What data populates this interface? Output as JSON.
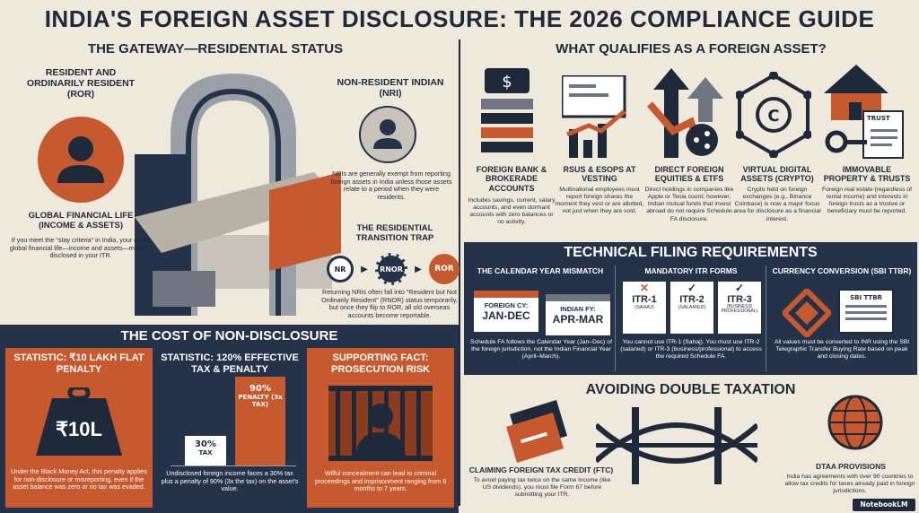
{
  "title": "INDIA'S FOREIGN ASSET DISCLOSURE: THE 2026 COMPLIANCE GUIDE",
  "residential": {
    "title": "THE GATEWAY—RESIDENTIAL STATUS",
    "ror_title": "RESIDENT AND ORDINARILY RESIDENT (ROR)",
    "ror_sub": "GLOBAL FINANCIAL LIFE (INCOME & ASSETS)",
    "ror_text": "If you meet the \"stay criteria\" in India, your entire global financial life—income and assets—must be disclosed in your ITR.",
    "nri_title": "NON-RESIDENT INDIAN (NRI)",
    "nri_text": "NRIs are generally exempt from reporting foreign assets in India unless those assets relate to a period when they were residents.",
    "trap_title": "THE RESIDENTIAL TRANSITION TRAP",
    "trap_nodes": [
      "NR",
      "RNOR",
      "ROR"
    ],
    "trap_text": "Returning NRIs often fall into \"Resident but Not Ordinarily Resident\" (RNOR) status temporarily, but once they flip to ROR, all old overseas accounts become reportable."
  },
  "cost": {
    "title": "THE COST OF NON-DISCLOSURE",
    "panels": [
      {
        "title": "STATISTIC: ₹10 LAKH FLAT PENALTY",
        "badge": "₹10L",
        "text": "Under the Black Money Act, this penalty applies for non-disclosure or misreporting, even if the asset balance was zero or no tax was evaded."
      },
      {
        "title": "STATISTIC: 120% EFFECTIVE TAX & PENALTY",
        "bar_low_value": "30%",
        "bar_low_label": "TAX",
        "bar_high_value": "90%",
        "bar_high_label": "PENALTY (3x TAX)",
        "tax_pct": 30,
        "penalty_pct": 90,
        "text": "Undisclosed foreign income faces a 30% tax plus a penalty of 90% (3x the tax) on the asset's value."
      },
      {
        "title": "SUPPORTING FACT: PROSECUTION RISK",
        "text": "Wilful concealment can lead to criminal proceedings and imprisonment ranging from 6 months to 7 years."
      }
    ]
  },
  "assets": {
    "title": "WHAT QUALIFIES AS A FOREIGN ASSET?",
    "items": [
      {
        "icon": "bank-coins-icon",
        "title": "FOREIGN BANK & BROKERADE ACCOUNTS",
        "text": "Includes savings, current, salary accounts, and even dormant accounts with zero balances or no activity."
      },
      {
        "icon": "growth-chart-icon",
        "title": "RSUs & ESOPS AT VESTING",
        "text": "Multinational employees must report foreign shares the moment they vest or are allotted, not just when they are sold."
      },
      {
        "icon": "direct-equity-icon",
        "title": "DIRECT FOREIGN EQUITIES & ETFS",
        "text": "Direct holdings in companies like Apple or Tesla count; however, Indian mutual funds that invest abroad do not require Schedule FA disclosure."
      },
      {
        "icon": "crypto-hex-icon",
        "title": "VIRTUAL DIGITAL ASSETS (CRYPTO)",
        "text": "Crypto held on foreign exchanges (e.g., Binance Coinbase) is now a major focus area for disclosure as a financial interest."
      },
      {
        "icon": "house-trust-icon",
        "title": "IMMOVABLE PROPERTY & TRUSTS",
        "text": "Foreign real estate (regardless of rental income) and interests in foreign trusts as a trustee or beneficiary must be reported."
      }
    ],
    "trust_label": "TRUST"
  },
  "filing": {
    "title": "TECHNICAL FILING REQUIREMENTS",
    "calendar": {
      "title": "THE CALENDAR YEAR MISMATCH",
      "card1_top": "FOREIGN CY:",
      "card1_bottom": "JAN-DEC",
      "card2_top": "INDIAN FY:",
      "card2_bottom": "APR-MAR",
      "text": "Schedule FA follows the Calendar Year (Jan–Dec) of the foreign jurisdiction, not the Indian Financial Year (April–March)."
    },
    "itr": {
      "title": "MANDATORY ITR FORMS",
      "forms": [
        {
          "name": "ITR-1",
          "sub": "(SAHAJ)",
          "mark": "✕"
        },
        {
          "name": "ITR-2",
          "sub": "(SALARIED)",
          "mark": "✓"
        },
        {
          "name": "ITR-3",
          "sub": "(BUSINESS/ PROFESSIONAL)",
          "mark": "✓"
        }
      ],
      "text": "You cannot use ITR-1 (Sahaj). You must use ITR-2 (salaried) or ITR-3 (business/professional) to access the required Schedule FA."
    },
    "currency": {
      "title": "CURRENCY CONVERSION (SBI TTBR)",
      "doc_label": "SBI TTBR",
      "text": "All values must be converted to INR using the SBI Telegraphic Transfer Buying Rate based on peak and closing dates."
    }
  },
  "double_tax": {
    "title": "AVOIDING DOUBLE TAXATION",
    "ftc_title": "CLAIMING FOREIGN TAX CREDIT (FTC)",
    "ftc_text": "To avoid paying tax twice on the same income (like US dividends), you must file Form 67 before submitting your ITR.",
    "dtaa_title": "DTAA PROVISIONS",
    "dtaa_text": "India has agreements with over 90 countries to allow tax credits for taxes already paid in foreign jurisdictions."
  },
  "brand": "NotebookLM",
  "colors": {
    "navy": "#1e2a3a",
    "orange": "#c65a2e",
    "cream": "#efe9dc",
    "slate": "#24324a"
  }
}
